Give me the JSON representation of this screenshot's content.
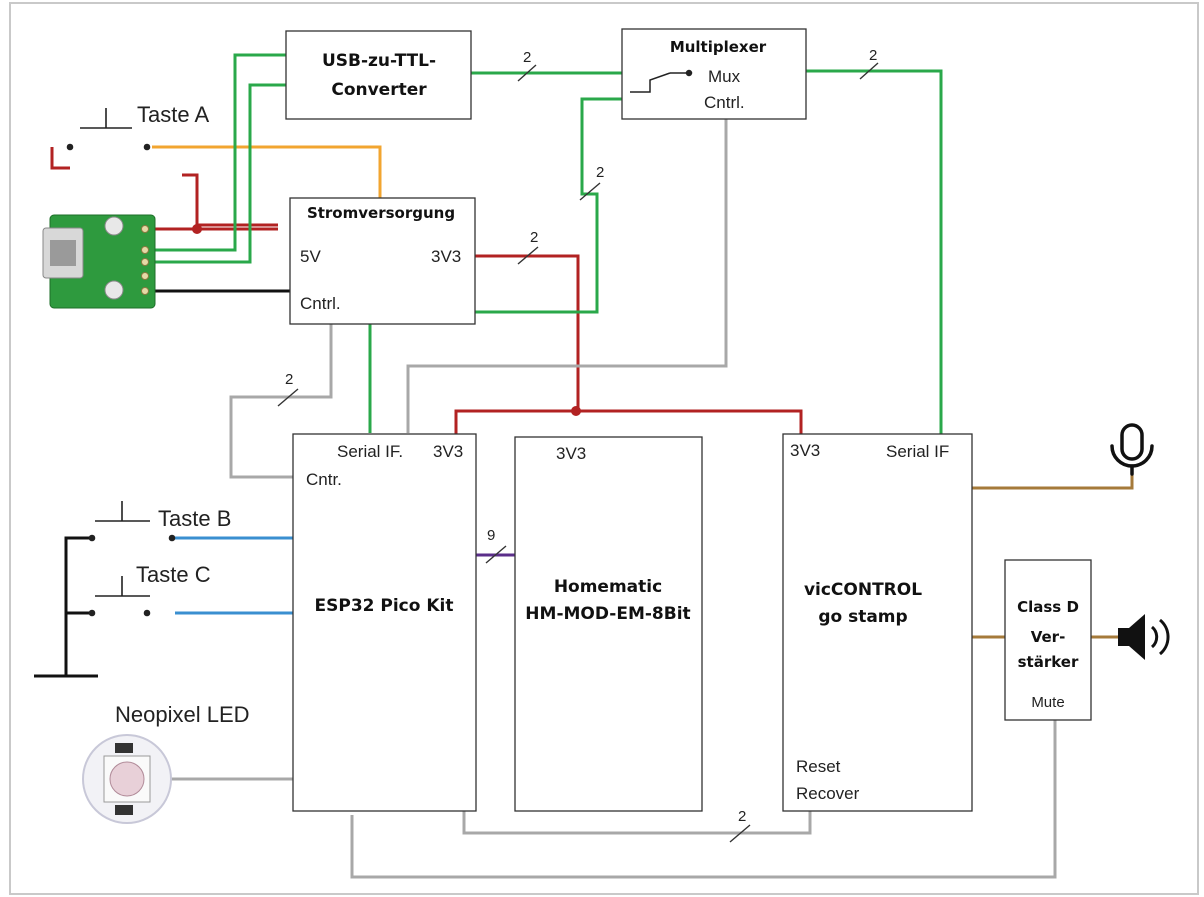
{
  "blocks": {
    "usb_ttl": {
      "line1": "USB-zu-TTL-",
      "line2": "Converter"
    },
    "multiplexer": {
      "title": "Multiplexer",
      "mux": "Mux",
      "cntrl": "Cntrl."
    },
    "power": {
      "title": "Stromversorgung",
      "v5": "5V",
      "v3": "3V3",
      "cntrl": "Cntrl."
    },
    "esp32": {
      "title": "ESP32 Pico Kit",
      "serial": "Serial IF.",
      "v3": "3V3",
      "cntr": "Cntr."
    },
    "homematic": {
      "line1": "Homematic",
      "line2": "HM-MOD-EM-8Bit",
      "v3": "3V3"
    },
    "viccontrol": {
      "line1": "vicCONTROL",
      "line2": "go stamp",
      "v3": "3V3",
      "serial": "Serial IF",
      "reset": "Reset",
      "recover": "Recover"
    },
    "amp": {
      "line1": "Class D",
      "line2": "Ver-",
      "line3": "stärker",
      "mute": "Mute"
    }
  },
  "labels": {
    "taste_a": "Taste A",
    "taste_b": "Taste B",
    "taste_c": "Taste C",
    "neopixel": "Neopixel LED"
  },
  "bus_counts": {
    "usb_mux": "2",
    "mux_out": "2",
    "mux_esp": "2",
    "power_3v3": "2",
    "power_cntrl": "2",
    "esp_hm": "9",
    "reset_bus": "2"
  },
  "icons": [
    "microphone-icon",
    "speaker-icon",
    "usb-board-icon",
    "neopixel-led-icon",
    "switch-icon",
    "ground-icon"
  ],
  "colors": {
    "power": "#b22222",
    "serial": "#2aa84a",
    "control": "#a8a8a8",
    "button": "#f2a530",
    "input": "#3a8fd0",
    "audio": "#a57a3a",
    "parallel": "#5b2e8a",
    "gnd": "#111111"
  }
}
